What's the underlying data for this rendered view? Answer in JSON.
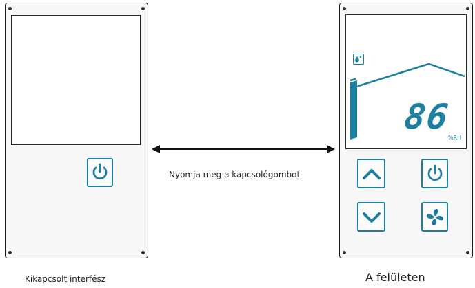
{
  "left_panel": {
    "caption": "Kikapcsolt interfész"
  },
  "right_panel": {
    "caption": "A felületen",
    "humidity_value": "86",
    "humidity_unit": "%RH"
  },
  "arrow_label": "Nyomja meg a kapcsológombot",
  "colors": {
    "accent": "#1c7fa0",
    "outline": "#1a1a1a"
  },
  "icons": [
    "power-icon",
    "chevron-up-icon",
    "chevron-down-icon",
    "fan-icon",
    "humidity-drop-icon"
  ]
}
